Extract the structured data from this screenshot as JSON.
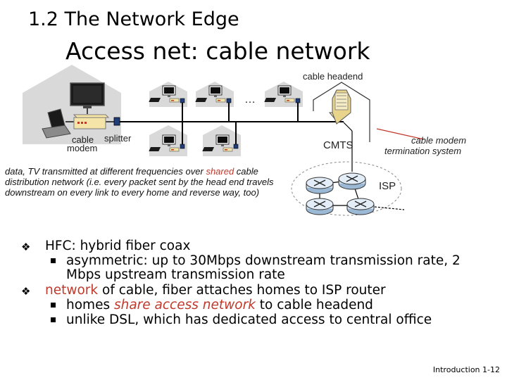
{
  "header": {
    "section_title": "1.2 The Network Edge",
    "slide_title": "Access net: cable network"
  },
  "diagram": {
    "headend_label": "cable headend",
    "cable_modem_label_line1": "cable",
    "cable_modem_label_line2": "modem",
    "splitter_label": "splitter",
    "ellipsis": "…",
    "cmts_label": "CMTS",
    "cmts_desc_line1": "cable modem",
    "cmts_desc_line2": "termination system",
    "isp_label": "ISP"
  },
  "caption": {
    "part1": "data, TV transmitted at different frequencies over ",
    "highlight": "shared",
    "part2": " cable distribution network (i.e. every packet sent by the head end travels downstream on every link to every home and reverse way, too)"
  },
  "bullets": {
    "b1": "HFC: hybrid fiber coax",
    "b1_sub1": "asymmetric: up to 30Mbps downstream transmission rate, 2 Mbps upstream transmission rate",
    "b2_part1": "network",
    "b2_part2": " of cable, fiber attaches homes to ISP router",
    "b2_sub1_part1": "homes ",
    "b2_sub1_highlight": "share access network",
    "b2_sub1_part2": " to cable headend",
    "b2_sub2": "unlike DSL, which has dedicated access to central office"
  },
  "footer": {
    "chapter": "Introduction",
    "page": "1-12"
  },
  "colors": {
    "house_fill": "#d9d9d9",
    "accent_red": "#c0392b",
    "router_fill": "#cfe0f0",
    "cable_line": "#000000"
  }
}
